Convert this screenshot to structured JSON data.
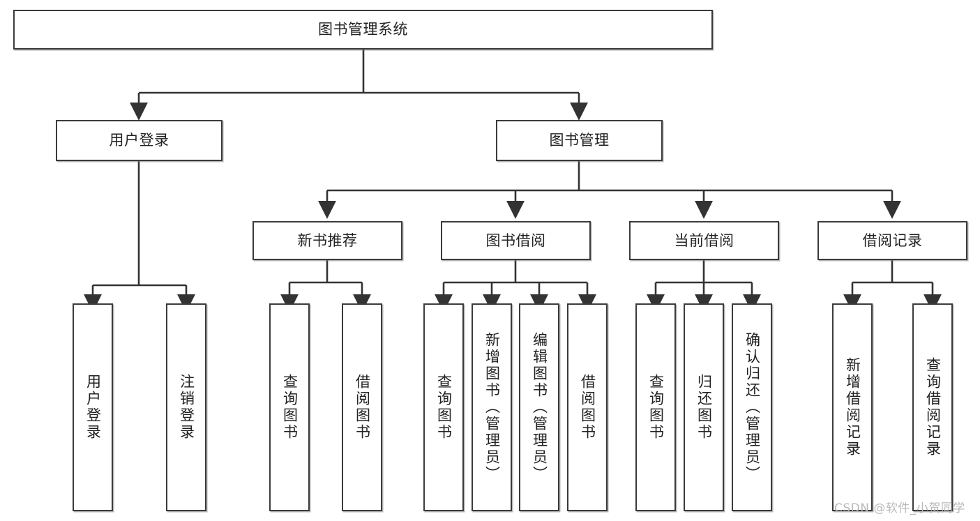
{
  "diagram": {
    "type": "hierarchy-tree",
    "title": "图书管理系统",
    "root": {
      "id": "root",
      "label": "图书管理系统"
    },
    "level2": [
      {
        "id": "user-login",
        "label": "用户登录"
      },
      {
        "id": "book-manage",
        "label": "图书管理"
      }
    ],
    "level3": [
      {
        "id": "new-book-recommend",
        "label": "新书推荐",
        "parent": "book-manage"
      },
      {
        "id": "book-borrow",
        "label": "图书借阅",
        "parent": "book-manage"
      },
      {
        "id": "current-borrow",
        "label": "当前借阅",
        "parent": "book-manage"
      },
      {
        "id": "borrow-record",
        "label": "借阅记录",
        "parent": "book-manage"
      }
    ],
    "leaves": [
      {
        "id": "leaf-user-login",
        "label": "用户登录",
        "parent": "user-login"
      },
      {
        "id": "leaf-logout-login",
        "label": "注销登录",
        "parent": "user-login"
      },
      {
        "id": "leaf-query-book-1",
        "label": "查询图书",
        "parent": "new-book-recommend"
      },
      {
        "id": "leaf-borrow-book-1",
        "label": "借阅图书",
        "parent": "new-book-recommend"
      },
      {
        "id": "leaf-query-book-2",
        "label": "查询图书",
        "parent": "book-borrow"
      },
      {
        "id": "leaf-add-book",
        "label": "新增图书（管理员）",
        "parent": "book-borrow"
      },
      {
        "id": "leaf-edit-book",
        "label": "编辑图书（管理员）",
        "parent": "book-borrow"
      },
      {
        "id": "leaf-borrow-book-2",
        "label": "借阅图书",
        "parent": "book-borrow"
      },
      {
        "id": "leaf-query-book-3",
        "label": "查询图书",
        "parent": "current-borrow"
      },
      {
        "id": "leaf-return-book",
        "label": "归还图书",
        "parent": "current-borrow"
      },
      {
        "id": "leaf-confirm-return",
        "label": "确认归还（管理员）",
        "parent": "current-borrow"
      },
      {
        "id": "leaf-add-record",
        "label": "新增借阅记录",
        "parent": "borrow-record"
      },
      {
        "id": "leaf-query-record",
        "label": "查询借阅记录",
        "parent": "borrow-record"
      }
    ],
    "colors": {
      "box_border": "#3b3b3b",
      "box_fill": "#ffffff",
      "connector": "#333333",
      "text": "#222222",
      "watermark": "#b9b9b9"
    }
  },
  "watermark": {
    "text": "CSDN @软件_小贺同学"
  }
}
